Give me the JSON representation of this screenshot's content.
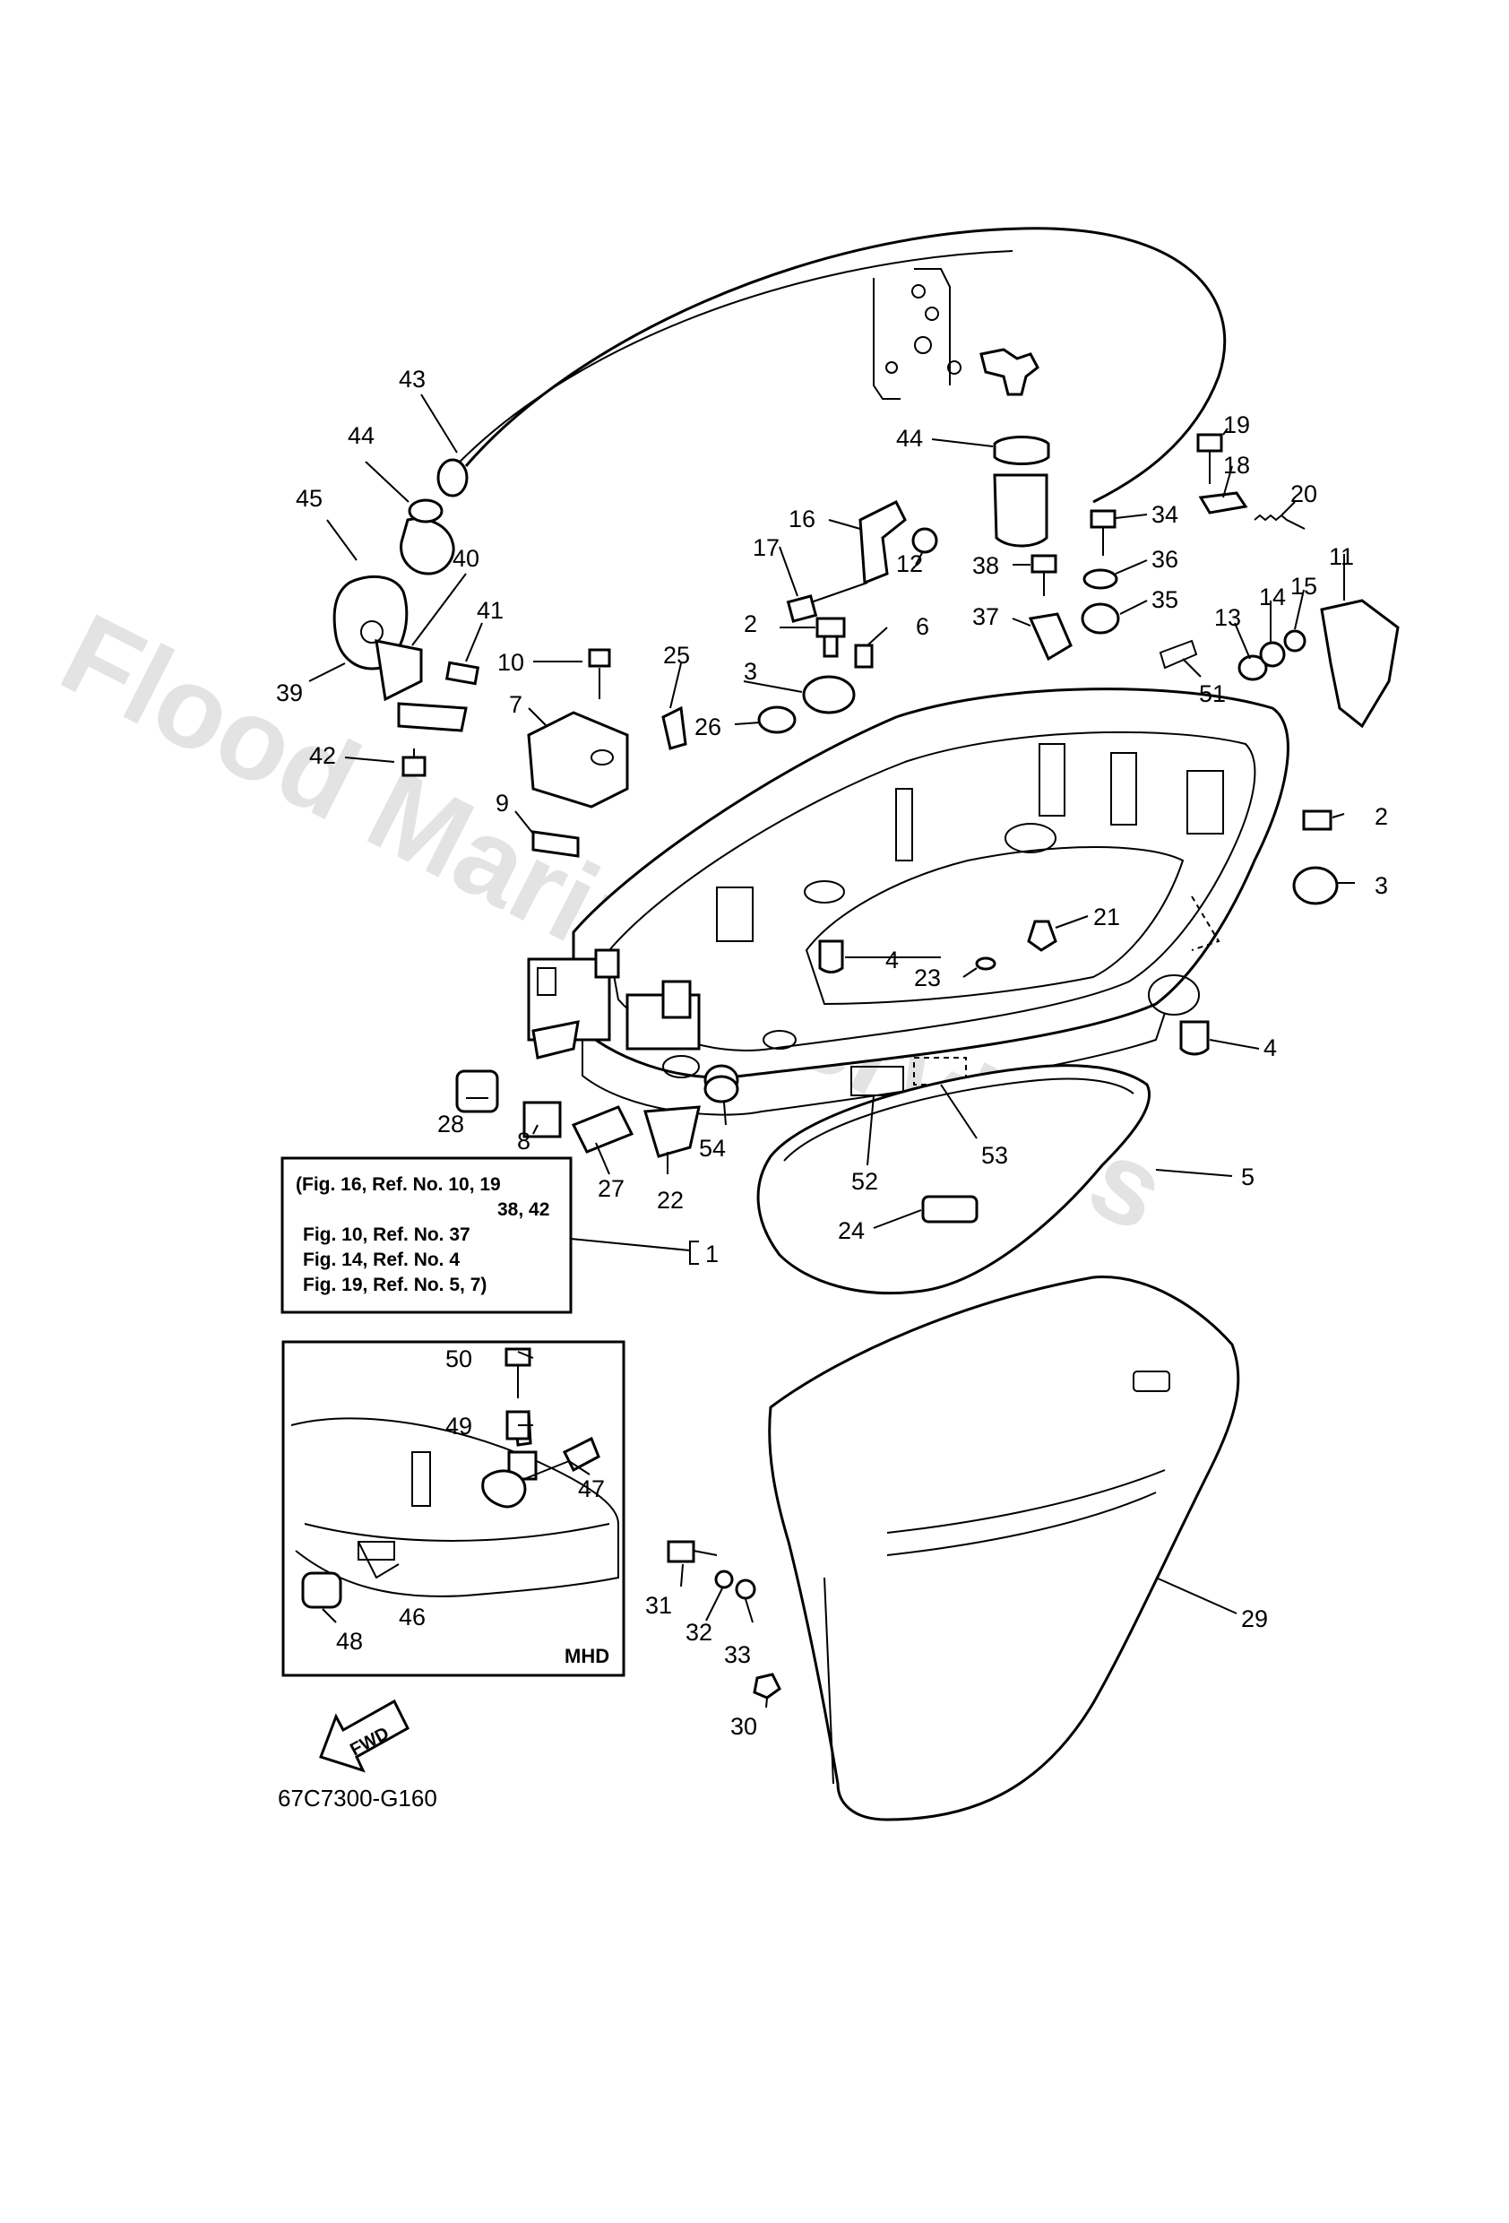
{
  "drawing_code": "67C7300-G160",
  "watermark": "Flood Marine Services",
  "reference_box": {
    "lines": [
      "(Fig. 16, Ref. No. 10, 19",
      "38, 42",
      "Fig. 10, Ref. No. 37",
      "Fig. 14, Ref. No. 4",
      "Fig. 19, Ref. No. 5, 7)"
    ],
    "callout": "1"
  },
  "inset_label": "MHD",
  "fwd_label": "FWD",
  "callouts": [
    {
      "id": "c43",
      "label": "43"
    },
    {
      "id": "c44a",
      "label": "44"
    },
    {
      "id": "c45",
      "label": "45"
    },
    {
      "id": "c40",
      "label": "40"
    },
    {
      "id": "c41",
      "label": "41"
    },
    {
      "id": "c39",
      "label": "39"
    },
    {
      "id": "c42",
      "label": "42"
    },
    {
      "id": "c10",
      "label": "10"
    },
    {
      "id": "c25",
      "label": "25"
    },
    {
      "id": "c7",
      "label": "7"
    },
    {
      "id": "c9",
      "label": "9"
    },
    {
      "id": "c44b",
      "label": "44"
    },
    {
      "id": "c16",
      "label": "16"
    },
    {
      "id": "c17",
      "label": "17"
    },
    {
      "id": "c12",
      "label": "12"
    },
    {
      "id": "c2a",
      "label": "2"
    },
    {
      "id": "c6",
      "label": "6"
    },
    {
      "id": "c3a",
      "label": "3"
    },
    {
      "id": "c26",
      "label": "26"
    },
    {
      "id": "c19",
      "label": "19"
    },
    {
      "id": "c18",
      "label": "18"
    },
    {
      "id": "c20",
      "label": "20"
    },
    {
      "id": "c34",
      "label": "34"
    },
    {
      "id": "c38",
      "label": "38"
    },
    {
      "id": "c36",
      "label": "36"
    },
    {
      "id": "c37",
      "label": "37"
    },
    {
      "id": "c35",
      "label": "35"
    },
    {
      "id": "c11",
      "label": "11"
    },
    {
      "id": "c13",
      "label": "13"
    },
    {
      "id": "c14",
      "label": "14"
    },
    {
      "id": "c15",
      "label": "15"
    },
    {
      "id": "c51",
      "label": "51"
    },
    {
      "id": "c2b",
      "label": "2"
    },
    {
      "id": "c3b",
      "label": "3"
    },
    {
      "id": "c21",
      "label": "21"
    },
    {
      "id": "c4a",
      "label": "4"
    },
    {
      "id": "c23",
      "label": "23"
    },
    {
      "id": "c4b",
      "label": "4"
    },
    {
      "id": "c28",
      "label": "28"
    },
    {
      "id": "c8",
      "label": "8"
    },
    {
      "id": "c27",
      "label": "27"
    },
    {
      "id": "c22",
      "label": "22"
    },
    {
      "id": "c54",
      "label": "54"
    },
    {
      "id": "c52",
      "label": "52"
    },
    {
      "id": "c53",
      "label": "53"
    },
    {
      "id": "c5",
      "label": "5"
    },
    {
      "id": "c24",
      "label": "24"
    },
    {
      "id": "c50",
      "label": "50"
    },
    {
      "id": "c49",
      "label": "49"
    },
    {
      "id": "c47",
      "label": "47"
    },
    {
      "id": "c46",
      "label": "46"
    },
    {
      "id": "c48",
      "label": "48"
    },
    {
      "id": "c31",
      "label": "31"
    },
    {
      "id": "c32",
      "label": "32"
    },
    {
      "id": "c33",
      "label": "33"
    },
    {
      "id": "c30",
      "label": "30"
    },
    {
      "id": "c29",
      "label": "29"
    }
  ]
}
